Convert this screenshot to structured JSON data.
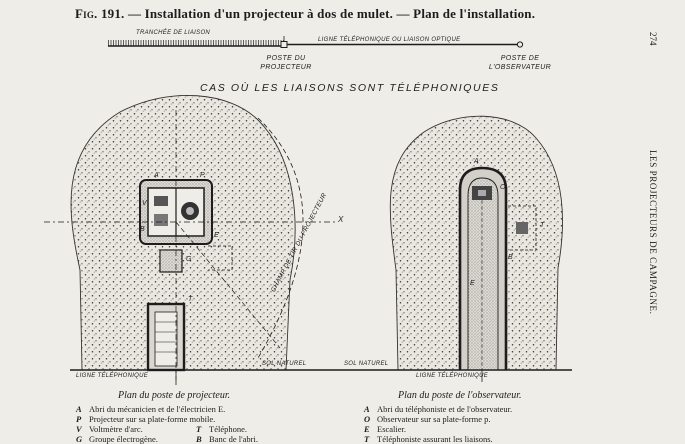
{
  "figure": {
    "number_label": "Fig. 191.",
    "title": "— Installation d'un projecteur à dos de mulet. — Plan de l'installation."
  },
  "page_number": "274",
  "running_header": "LES PROJECTEURS DE CAMPAGNE.",
  "strip": {
    "trench_label": "TRANCHÉE DE LIAISON",
    "optical_line_label": "LIGNE TÉLÉPHONIQUE OU LIAISON OPTIQUE",
    "projector_post": "POSTE DU\nPROJECTEUR",
    "observer_post": "POSTE DE\nL'OBSERVATEUR"
  },
  "subtitle": "CAS OÙ LES LIAISONS SONT TÉLÉPHONIQUES",
  "projector_plan": {
    "caption": "Plan du poste de projecteur.",
    "field_of_fire": "CHAMP DE TIR DU PROJECTEUR",
    "ground_label": "SOL NATUREL",
    "phone_line": "LIGNE TÉLÉPHONIQUE",
    "callouts": [
      "A",
      "P",
      "V",
      "G",
      "E",
      "T",
      "B",
      "X"
    ],
    "legend": [
      {
        "key": "A",
        "text": "Abri du mécanicien et de l'électricien E."
      },
      {
        "key": "P",
        "text": "Projecteur sur sa plate-forme mobile."
      },
      {
        "key": "V",
        "text": "Voltmètre d'arc.",
        "key2": "T",
        "text2": "Téléphone."
      },
      {
        "key": "G",
        "text": "Groupe électrogène.",
        "key2": "B",
        "text2": "Banc de l'abri."
      }
    ]
  },
  "observer_plan": {
    "caption": "Plan du poste de l'observateur.",
    "ground_label": "SOL NATUREL",
    "phone_line": "LIGNE TÉLÉPHONIQUE",
    "callouts": [
      "A",
      "O",
      "E",
      "T",
      "B"
    ],
    "legend": [
      {
        "key": "A",
        "text": "Abri du téléphoniste et de l'observateur."
      },
      {
        "key": "O",
        "text": "Observateur sur sa plate-forme p."
      },
      {
        "key": "E",
        "text": "Escalier."
      },
      {
        "key": "T",
        "text": "Téléphoniste assurant les liaisons."
      }
    ]
  },
  "colors": {
    "paper": "#efede7",
    "ink": "#1d1d1d"
  }
}
